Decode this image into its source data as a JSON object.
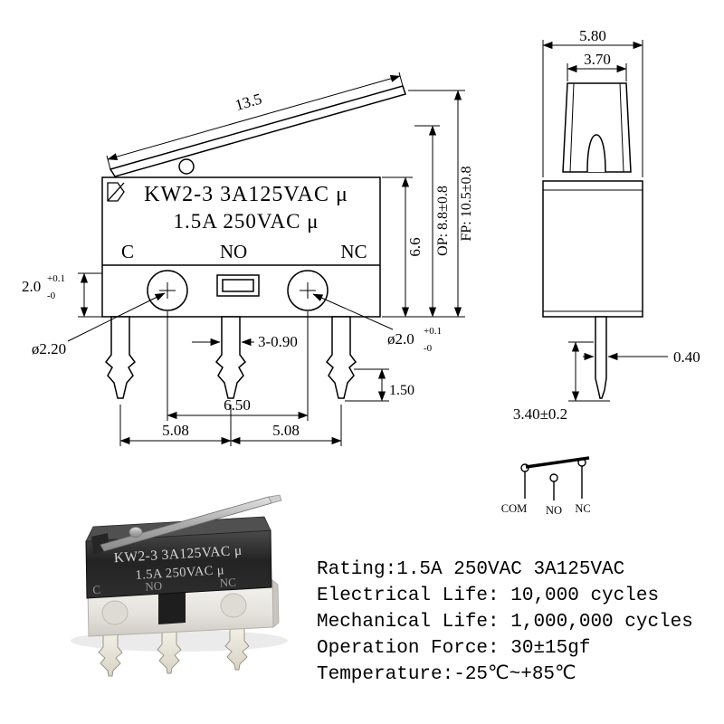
{
  "front_view": {
    "lever_length_label": "13.5",
    "marking_line1": "KW2-3 3A125VAC μ",
    "marking_line2": "1.5A 250VAC μ",
    "terminal_c": "C",
    "terminal_no": "NO",
    "terminal_nc": "NC",
    "dim_base_height": {
      "nominal": "2.0",
      "plus": "+0.1",
      "minus": "-0"
    },
    "dim_hole_left": "ø2.20",
    "dim_pin_width": "3-0.90",
    "dim_hole_right": {
      "nominal": "ø2.0",
      "plus": "+0.1",
      "minus": "-0"
    },
    "dim_body_height": "6.6",
    "dim_op": "OP: 8.8±0.8",
    "dim_fp": "FP: 10.5±0.8",
    "dim_pin_tip": "1.50",
    "dim_hole_pitch": "6.50",
    "dim_pin_pitch_left": "5.08",
    "dim_pin_pitch_right": "5.08"
  },
  "side_view": {
    "dim_body_width": "5.80",
    "dim_button_width": "3.70",
    "dim_pin_thickness": "0.40",
    "dim_pin_length": "3.40±0.2"
  },
  "schematic": {
    "com_label": "COM",
    "no_label": "NO",
    "nc_label": "NC"
  },
  "photo": {
    "marking_line1": "KW2-3 3A125VAC μ",
    "marking_line2": "1.5A 250VAC μ",
    "terminal_c": "C",
    "terminal_no": "NO",
    "terminal_nc": "NC"
  },
  "specs": {
    "rating": "Rating:1.5A 250VAC 3A125VAC",
    "electrical_life": "Electrical Life: 10,000 cycles",
    "mechanical_life": "Mechanical Life: 1,000,000 cycles",
    "operation_force": "Operation Force: 30±15gf",
    "temperature": "Temperature:-25℃~+85℃"
  },
  "colors": {
    "line": "#000000",
    "photo_body": "#232323",
    "photo_base": "#e9e7e2",
    "photo_pins": "#efebe0",
    "photo_lever": "#b9b9b9"
  }
}
